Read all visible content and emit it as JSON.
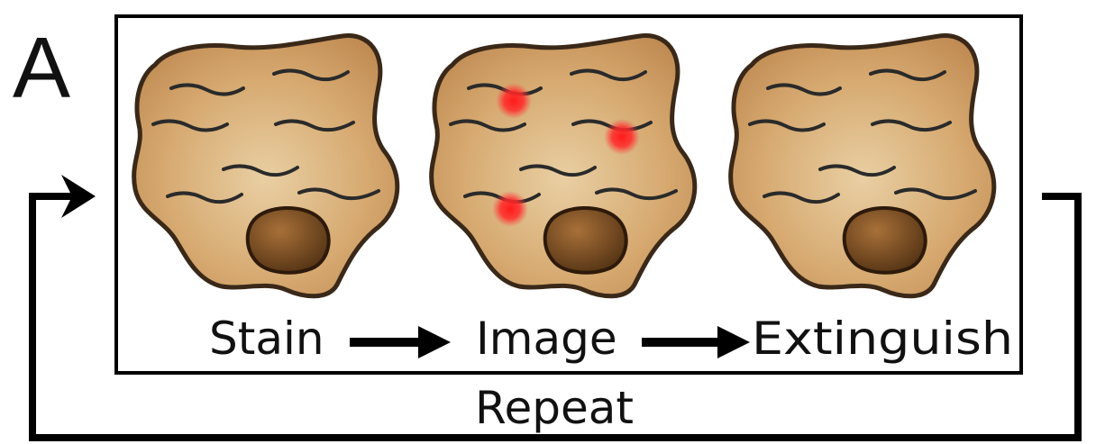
{
  "panel_label": "A",
  "steps": [
    {
      "label": "Stain",
      "red_spots": 0
    },
    {
      "label": "Image",
      "red_spots": 3
    },
    {
      "label": "Extinguish",
      "red_spots": 0
    }
  ],
  "loop_label": "Repeat",
  "colors": {
    "cell_fill_light": "#e3c394",
    "cell_fill_dark": "#c48e55",
    "cell_outline": "#3a2818",
    "nucleus_fill_light": "#9e6a36",
    "nucleus_fill_dark": "#5a3818",
    "fiber": "#2a2a2a",
    "signal_spot": "#ff1a1a",
    "line": "#000000"
  }
}
